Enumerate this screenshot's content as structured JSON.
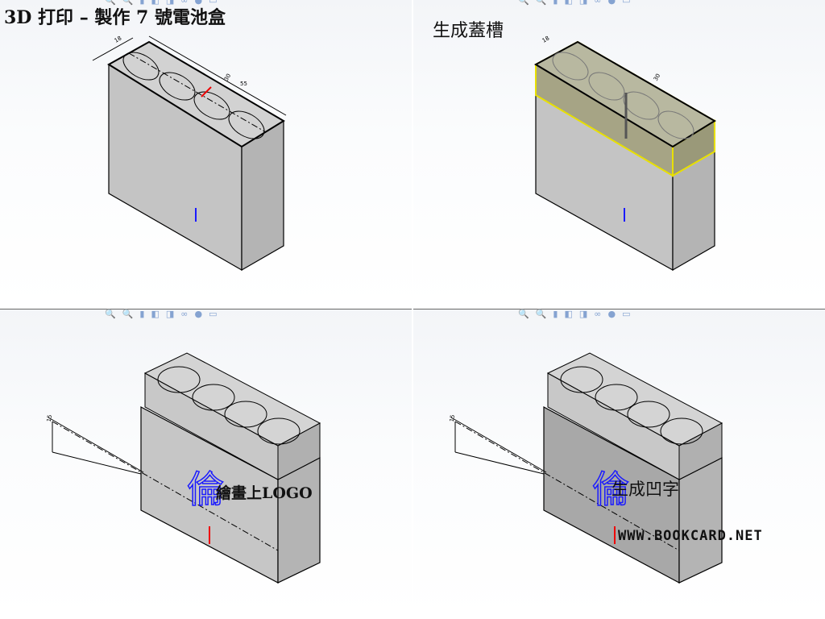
{
  "panels": [
    {
      "caption": "3D 打印 – 製作 7 號電池盒",
      "dims": [
        "18",
        "30",
        "55"
      ]
    },
    {
      "caption": "生成蓋槽",
      "dims": [
        "18",
        "30"
      ]
    },
    {
      "caption": "繪畫上LOGO",
      "dims": [
        "15"
      ],
      "logo_glyph": "倫"
    },
    {
      "caption": "生成凹字",
      "dims": [
        "15"
      ],
      "logo_glyph": "倫",
      "watermark": "WWW.BOOKCARD.NET"
    }
  ],
  "toolbar_icons": [
    "zoom-to-fit-icon",
    "zoom-area-icon",
    "previous-view-icon",
    "section-view-icon",
    "dynamic-annotation-icon",
    "view-orientation-icon",
    "display-style-icon",
    "hide-show-icon",
    "edit-appearance-icon",
    "apply-scene-icon",
    "view-settings-icon"
  ],
  "colors": {
    "part_face": "#c0c0c0",
    "part_side": "#b0b0b0",
    "edge": "#000000",
    "selection": "#e8e000",
    "sketch": "#1a1aff",
    "origin_red": "#e00000"
  }
}
